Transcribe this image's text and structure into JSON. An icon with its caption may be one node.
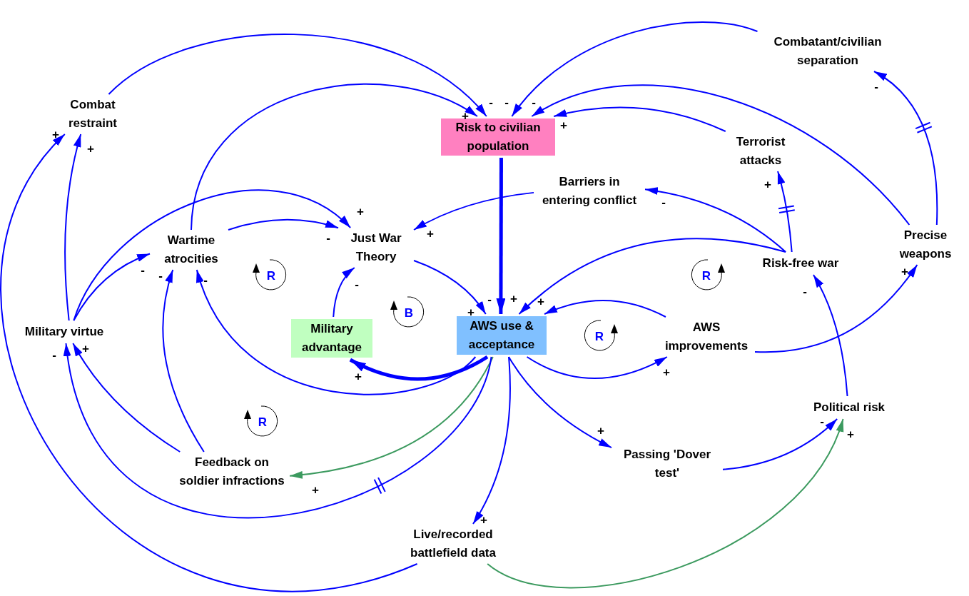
{
  "diagram": {
    "nodes": [
      {
        "text": [
          "Combat restraint"
        ]
      },
      {
        "text": [
          "Risk to civilian population"
        ]
      },
      {
        "text": [
          "Combatant/civilian separation"
        ]
      },
      {
        "text": [
          "Terrorist attacks"
        ]
      },
      {
        "text": [
          "Barriers in entering conflict"
        ]
      },
      {
        "text": [
          "Just War Theory"
        ]
      },
      {
        "text": [
          "Wartime atrocities"
        ]
      },
      {
        "text": [
          "Risk-free war"
        ]
      },
      {
        "text": [
          "Precise weapons"
        ]
      },
      {
        "text": [
          "Military virtue"
        ]
      },
      {
        "text": [
          "Military advantage"
        ]
      },
      {
        "text": [
          "AWS use & acceptance"
        ]
      },
      {
        "text": [
          "AWS improvements"
        ]
      },
      {
        "text": [
          "Political risk"
        ]
      },
      {
        "text": [
          "Feedback on soldier infractions"
        ]
      },
      {
        "text": [
          "Passing 'Dover test'"
        ]
      },
      {
        "text": [
          "Live/recorded battlefield data"
        ]
      }
    ],
    "edges": [
      {
        "from": 0,
        "to": 1,
        "arrow": "to",
        "label": "-"
      },
      {
        "from": 6,
        "to": 1,
        "arrow": "to",
        "label": "+"
      },
      {
        "from": 2,
        "to": 1,
        "arrow": "to",
        "label": "-"
      },
      {
        "from": 8,
        "to": 1,
        "arrow": "to",
        "label": "-"
      },
      {
        "from": 3,
        "to": 1,
        "arrow": "to",
        "label": "+"
      },
      {
        "from": 1,
        "to": 11,
        "arrow": "to",
        "label": "-",
        "style": "thick"
      },
      {
        "from": 5,
        "to": 11,
        "arrow": "to",
        "label": "+"
      },
      {
        "from": 7,
        "to": 11,
        "arrow": "to",
        "label": "+"
      },
      {
        "from": 12,
        "to": 11,
        "arrow": "to",
        "label": "+"
      },
      {
        "from": 11,
        "to": 12,
        "arrow": "to",
        "label": "+"
      },
      {
        "from": 12,
        "to": 8,
        "arrow": "to",
        "label": "+"
      },
      {
        "from": 8,
        "to": 2,
        "arrow": "to",
        "label": "-"
      },
      {
        "from": 7,
        "to": 3,
        "arrow": "to",
        "label": "+"
      },
      {
        "from": 7,
        "to": 4,
        "arrow": "to",
        "label": "-"
      },
      {
        "from": 4,
        "to": 5,
        "arrow": "to",
        "label": "+"
      },
      {
        "from": 13,
        "to": 7,
        "arrow": "to",
        "label": "-"
      },
      {
        "from": 15,
        "to": 13,
        "arrow": "to",
        "label": "-"
      },
      {
        "from": 16,
        "to": 13,
        "arrow": "to",
        "label": "+",
        "color": "#3c9a5f"
      },
      {
        "from": 11,
        "to": 15,
        "arrow": "to",
        "label": "+"
      },
      {
        "from": 11,
        "to": 16,
        "arrow": "to",
        "label": "+"
      },
      {
        "from": 11,
        "to": 14,
        "arrow": "to",
        "label": "+",
        "color": "#3c9a5f"
      },
      {
        "from": 11,
        "to": 10,
        "arrow": "to",
        "label": "+",
        "style": "thick"
      },
      {
        "from": 11,
        "to": 6,
        "arrow": "to",
        "label": "-"
      },
      {
        "from": 11,
        "to": 9,
        "arrow": "to",
        "label": "-"
      },
      {
        "from": 16,
        "to": 0,
        "arrow": "to",
        "label": "+"
      },
      {
        "from": 9,
        "to": 0,
        "arrow": "to",
        "label": "+"
      },
      {
        "from": 9,
        "to": 5,
        "arrow": "to",
        "label": "+"
      },
      {
        "from": 9,
        "to": 6,
        "arrow": "to",
        "label": "-"
      },
      {
        "from": 6,
        "to": 5,
        "arrow": "to",
        "label": "-"
      },
      {
        "from": 14,
        "to": 9,
        "arrow": "to",
        "label": "+"
      },
      {
        "from": 14,
        "to": 6,
        "arrow": "to",
        "label": "-"
      },
      {
        "from": 10,
        "to": 5,
        "arrow": "to",
        "label": "-"
      }
    ],
    "labels": [
      "R",
      "B",
      "R",
      "R",
      "R"
    ]
  }
}
